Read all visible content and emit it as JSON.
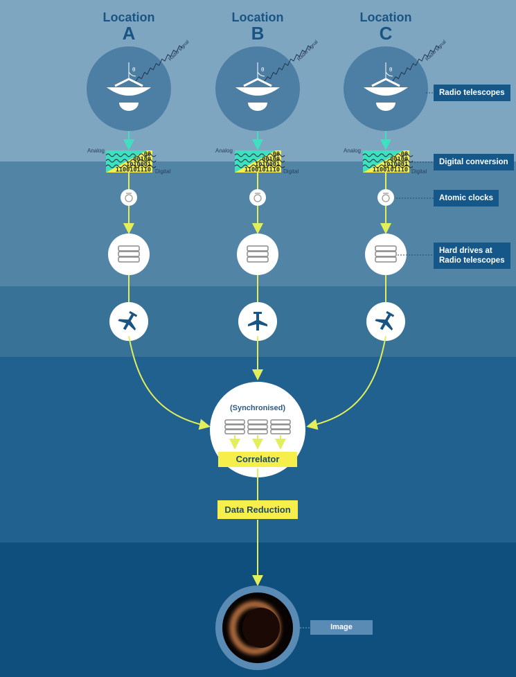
{
  "locations": [
    {
      "label": "Location",
      "letter": "A"
    },
    {
      "label": "Location",
      "letter": "B"
    },
    {
      "label": "Location",
      "letter": "C"
    }
  ],
  "signal": {
    "radio_signal": "Radio signal",
    "angle": "θ"
  },
  "conversion": {
    "analog": "Analog",
    "digital": "Digital",
    "bits": [
      "00",
      "00100",
      "1010001",
      "1100101110"
    ]
  },
  "callouts": {
    "radio_telescopes": "Radio telescopes",
    "digital_conversion": "Digital conversion",
    "atomic_clocks": "Atomic clocks",
    "hard_drives_line1": "Hard drives at",
    "hard_drives_line2": "Radio telescopes",
    "image": "Image"
  },
  "correlator": {
    "synchronised": "(Synchronised)",
    "label": "Correlator"
  },
  "data_reduction": "Data Reduction",
  "colors": {
    "accent_yellow": "#f5ee4b",
    "arrow_yellow": "#e3ef5a",
    "analog_teal": "#3fe0c0",
    "navy": "#16578a"
  },
  "icons": [
    "radio-telescope-icon",
    "stopwatch-icon",
    "hard-drive-icon",
    "airplane-icon",
    "black-hole-image"
  ]
}
